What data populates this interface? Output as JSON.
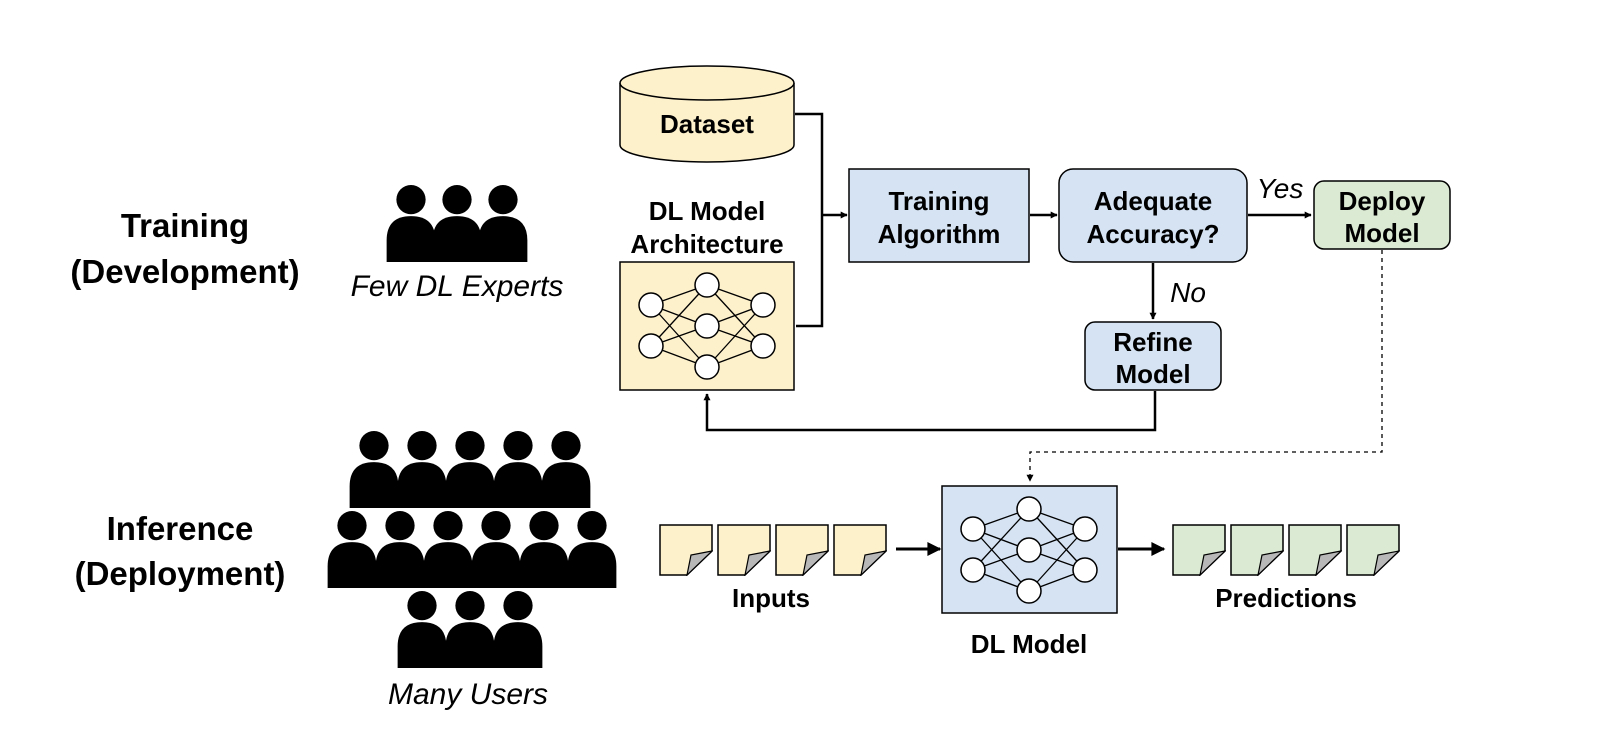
{
  "sections": {
    "training_label_line1": "Training",
    "training_label_line2": "(Development)",
    "training_people_caption": "Few DL Experts",
    "inference_label_line1": "Inference",
    "inference_label_line2": "(Deployment)",
    "inference_people_caption": "Many Users"
  },
  "training_flow": {
    "dataset": "Dataset",
    "architecture_line1": "DL Model",
    "architecture_line2": "Architecture",
    "training_line1": "Training",
    "training_line2": "Algorithm",
    "accuracy_line1": "Adequate",
    "accuracy_line2": "Accuracy?",
    "deploy_line1": "Deploy",
    "deploy_line2": "Model",
    "refine_line1": "Refine",
    "refine_line2": "Model",
    "yes_label": "Yes",
    "no_label": "No"
  },
  "inference_flow": {
    "inputs_label": "Inputs",
    "model_label": "DL Model",
    "predictions_label": "Predictions"
  },
  "colors": {
    "yellow_fill": "#fdf1cc",
    "blue_fill": "#d5e3f3",
    "green_fill": "#dbead3",
    "stroke": "#000000"
  },
  "icons": [
    "person-icon",
    "neural-network-icon",
    "document-icon"
  ]
}
